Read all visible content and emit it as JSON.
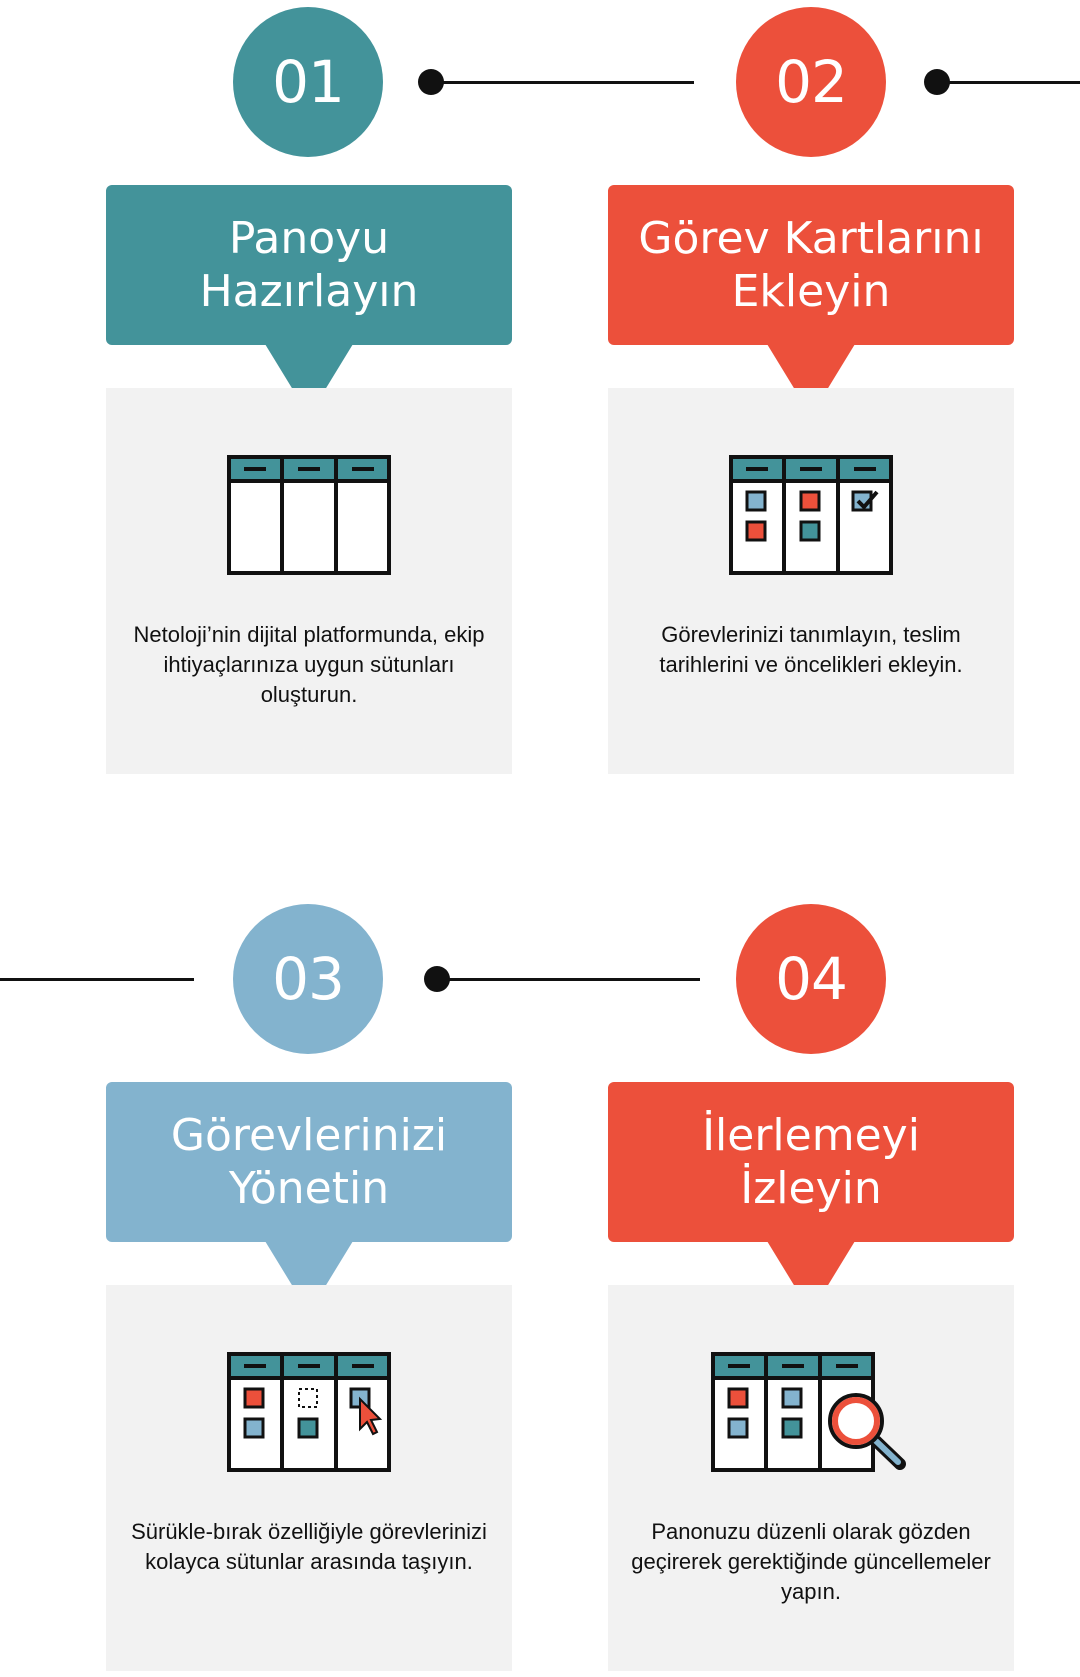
{
  "colors": {
    "teal": "#43939a",
    "red": "#ec503b",
    "lightblue": "#83b3ce",
    "dark": "#111111",
    "panel": "#f2f2f2"
  },
  "steps": [
    {
      "number": "01",
      "title": "Panoyu\nHazırlayın",
      "description": "Netoloji’nin dijital platformunda, ekip ihtiyaçlarınıza uygun sütunları oluşturun.",
      "color": "#43939a",
      "icon": "empty-board-icon"
    },
    {
      "number": "02",
      "title": "Görev Kartlarını\nEkleyin",
      "description": "Görevlerinizi tanımlayın, teslim tarihlerini ve öncelikleri ekleyin.",
      "color": "#ec503b",
      "icon": "board-with-cards-icon"
    },
    {
      "number": "03",
      "title": "Görevlerinizi\nYönetin",
      "description": "Sürükle-bırak özelliğiyle görevlerinizi kolayca sütunlar arasında taşıyın.",
      "color": "#83b3ce",
      "icon": "drag-drop-board-icon"
    },
    {
      "number": "04",
      "title": "İlerlemeyi\nİzleyin",
      "description": "Panonuzu düzenli olarak gözden geçirerek gerektiğinde güncellemeler yapın.",
      "color": "#ec503b",
      "icon": "board-magnifier-icon"
    }
  ]
}
